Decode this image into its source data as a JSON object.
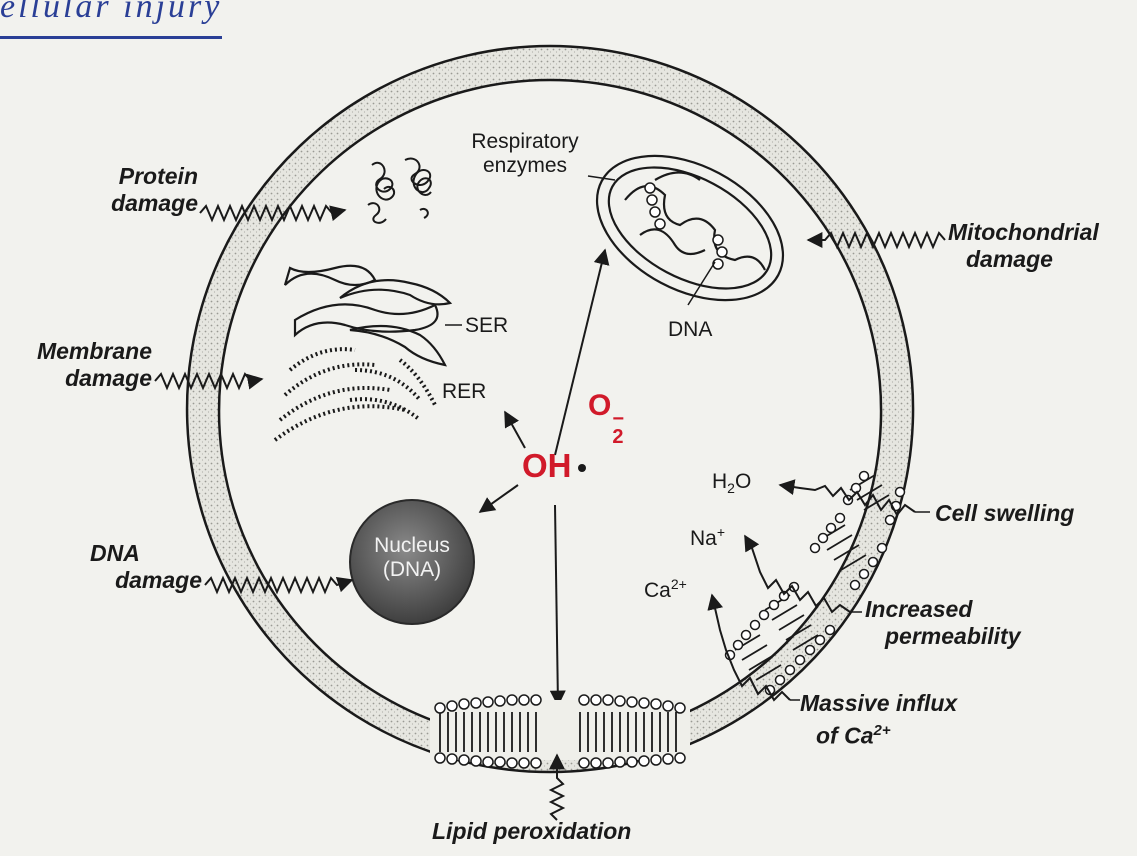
{
  "page": {
    "heading_fragment": "ellular injury"
  },
  "labels": {
    "protein_damage": [
      "Protein",
      "damage"
    ],
    "membrane_damage": [
      "Membrane",
      "damage"
    ],
    "dna_damage": [
      "DNA",
      "damage"
    ],
    "respiratory_enzymes": [
      "Respiratory",
      "enzymes"
    ],
    "mitochondrial_damage": [
      "Mitochondrial",
      "damage"
    ],
    "mito_dna": "DNA",
    "ser": "SER",
    "rer": "RER",
    "nucleus": [
      "Nucleus",
      "(DNA)"
    ],
    "superoxide": {
      "base": "O",
      "sub": "2",
      "sup": "−"
    },
    "hydroxyl": "OH",
    "water": {
      "base": "H",
      "sub": "2",
      "tail": "O"
    },
    "sodium": {
      "base": "Na",
      "sup": "+"
    },
    "calcium": {
      "base": "Ca",
      "sup": "2+"
    },
    "cell_swelling": "Cell swelling",
    "increased_permeability": [
      "Increased",
      "permeability"
    ],
    "massive_influx": {
      "line1": "Massive influx",
      "line2_base": "of Ca",
      "line2_sup": "2+"
    },
    "lipid_peroxidation": "Lipid peroxidation"
  },
  "colors": {
    "radical_red": "#d11a2a",
    "ink": "#1a1a1a",
    "heading_blue": "#2a3f96"
  }
}
